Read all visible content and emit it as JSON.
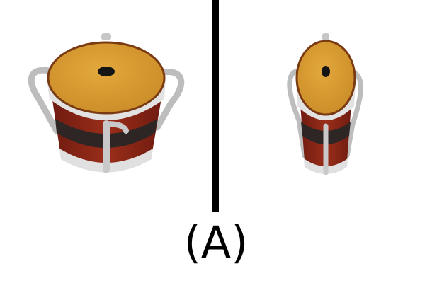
{
  "caption": "(A)",
  "colors": {
    "background": "#ffffff",
    "divider": "#000000",
    "drum_head": "#d99a32",
    "drum_head_edge": "#7a3a12",
    "drum_body": "#8a2516",
    "drum_band": "#2e2624",
    "drum_rim": "#dcdcdc",
    "drum_handles": "#c7c7c7"
  },
  "panels": [
    {
      "name": "left",
      "subject": "drum-wide-view"
    },
    {
      "name": "right",
      "subject": "drum-narrow-view"
    }
  ]
}
